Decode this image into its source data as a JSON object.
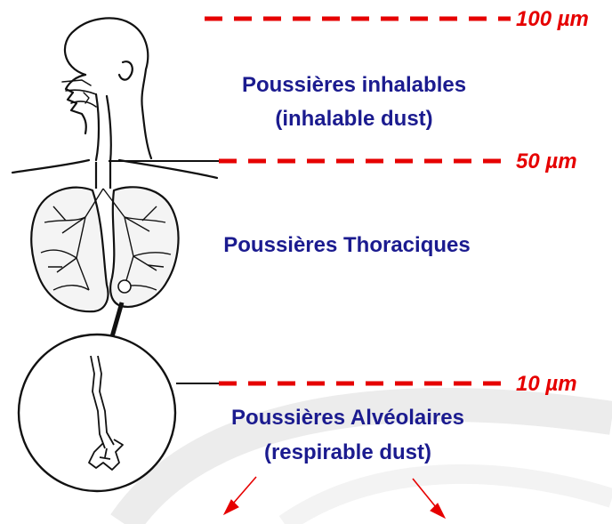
{
  "sizes": {
    "s100": "100 µm",
    "s50": "50 µm",
    "s10": "10 µm"
  },
  "zones": {
    "inhalable_fr": "Poussières inhalables",
    "inhalable_en": "(inhalable dust)",
    "thoracic_fr": "Poussières Thoraciques",
    "alveolar_fr": "Poussières Alvéolaires",
    "respirable_en": "(respirable dust)"
  },
  "colors": {
    "label_blue": "#1b1b8f",
    "dash_red": "#e60000",
    "ink": "#111111"
  }
}
